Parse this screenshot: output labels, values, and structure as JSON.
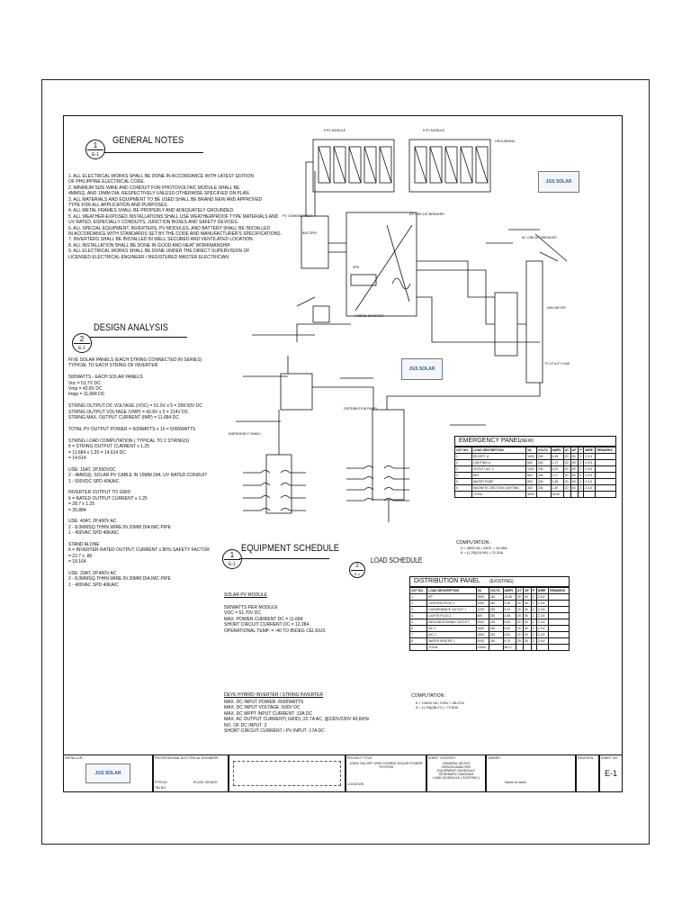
{
  "general_notes": {
    "title": "GENERAL NOTES",
    "num": "1",
    "sheet": "E-1",
    "lines": [
      "1. ALL ELECTRICAL WORKS SHALL BE DONE IN ACCORDANCE WITH LATEST EDITION",
      "   OF PHILIPPINE ELECTRICAL CODE.",
      "2. MINIMUM SIZE WIRE AND CONDUIT FOR PHOTOVOLTAIC MODULE SHALL BE",
      "   4MMSQ. AND 15MM DIA. RESPECTIVELY UNLESS OTHERWISE SPECIFIED ON PLAN.",
      "3. ALL MATERIALS AND EQUIPMENT TO BE USED SHALL BE BRAND NEW AND APPROVED",
      "   TYPE FOR ALL APPLICATION AND PURPOSES.",
      "4. ALL METAL FRAMES SHALL BE PROPERLY AND ADEQUATELY GROUNDED.",
      "5. ALL WEATHER-EXPOSED INSTALLATIONS SHALL USE WEATHERPROOF TYPE MATERIALS AND",
      "   UV RATED, ESPECIALLY CONDUITS, JUNCTION BOXES AND SAFETY DEVICES.",
      "6. ALL SPECIAL EQUIPMENT, INVERTERS, PV MODULES, AND BATTERY SHALL BE INSTALLED",
      "   IN ACCORDANCE WITH STANDARDS SET BY THE CODE AND MANUFACTURER'S SPECIFICATIONS.",
      "7. INVERTERS SHALL BE INSTALLED IN WELL SECURED AND VENTILATED LOCATION.",
      "8. ALL INSTALLATION SHALL BE DONE IN GOOD AND NEAT WORKMANSHIP.",
      "9. ALL ELECTRICAL WORKS SHALL BE DONE UNDER THE DIRECT SUPERVISION OF",
      "   LICENSED ELECTRICAL ENGINEER / REGISTERED MASTER ELECTRICIAN."
    ]
  },
  "design_analysis": {
    "title": "DESIGN ANALYSIS",
    "num": "2",
    "sheet": "E-1",
    "lines": [
      "FIVE SOLAR PANELS (EACH STRING CONNECTED IN SERIES)",
      "TYPICAL TO EACH STRING OF INVERTER",
      "",
      "500WATTS - EACH SOLAR PANELS",
      "Voc = 51.7V DC",
      "Vmp = 42.8V DC",
      "Impp = 11.684 DC",
      "",
      "STRING OUTPUT DC VOLTAGE (VOC) = 51.9V x 5 = 258.50V DC",
      "STRING OUTPUT VOLTAGE (VMP) = 42.8V x 5 = 214V DC",
      "STRING MAX. OUTPUT CURRENT (IMP) = 11.684 DC",
      "",
      "TOTAL PV OUTPUT POWER = 500WATTS x 10 = 5000WATTS",
      "",
      "STRING LOAD COMPUTATION ( TYPICAL TO 2 STRINGS)",
      "It = STRING OUTPUT CURRENT x 1.25",
      "   = 11.684 x 1.25 = 14.614 DC",
      "   = 14.614",
      "",
      "USE: 15AT, 2P,550VDC",
      "   2 - 4MMSQ. SOLAR PV CABLE IN 15MM DIA. UV RATED CONDUIT",
      "   1 - 500VDC SPD 40KAIC",
      "",
      "INVERTER OUTPUT TO GRID",
      "It = RATED OUTPUT CURRENT x 1.25",
      "   = 28.7 x 1.25",
      "   = 35.884",
      "",
      "USE: 40AT, 2P,400V AC",
      "   2 - 8.0MMSQ.THHN WIRE IN 20MM DIA IMC PIPE",
      "   1 - 400VAC SPD 40KAIC",
      "",
      "STAND ALONE",
      "It = INVERTER RATED OUTPUT CURRENT x 80% SAFETY FACTOR",
      "   = 22.7 x .80",
      "   = 18.164",
      "",
      "USE: 20AT, 2P,400V AC",
      "   2 - 8.0MMSQ.THHN WIRE IN 20MM DIA IMC PIPE",
      "   1 - 400VAC SPD 40KAIC"
    ]
  },
  "equipment_schedule": {
    "title": "EQUIPMENT SCHEDULE",
    "num": "1",
    "sheet": "E-1",
    "pv_title": "SOLAR PV MODULE",
    "pv_lines": [
      "500WATTS PER MODULE",
      "VOC = 51.70V DC",
      "MAX. POWER CURRENT DC = 11.684",
      "SHORT CIRCUIT CURRENT DC = 12.284",
      "OPERATIONAL TEMP. = -40 TO 85DEG CELSIUS"
    ],
    "inv_title": "DEYE HYBRID INVERTER / STRING INVERTER",
    "inv_lines": [
      "MAX. DC INPUT POWER                 :6500WATTS",
      "MAX. DC INPUT VOLTAGE                :500V DC",
      "MAX. DC MPPT INPUT CURRENT            :13A DC",
      "MAX. AC OUTPUT CURRENT( GRID)  :22.7A AC, @230V/220V 40,60Hz",
      "NO. OF DC INPUT                     :2",
      "SHORT CIRCUIT CURRENT / PV INPUT  :17A DC"
    ]
  },
  "load_schedule": {
    "title": "LOAD SCHEDULE",
    "num": "2",
    "sheet": "E-1"
  },
  "emergency_panel": {
    "title": "EMERGENCY PANEL",
    "tag": "(NEW)",
    "headers": [
      "CKT NO.",
      "LOAD DESCRIPTION",
      "VA",
      "VOLTS",
      "AMPS",
      "AT",
      "AF",
      "P",
      "WIRE",
      "REMARKS"
    ],
    "rows": [
      [
        "1",
        "RECEPT. A",
        "1000",
        "230",
        "4.35",
        "20",
        "50",
        "2",
        "2-3.5",
        ""
      ],
      [
        "2",
        "LIGHTING A",
        "500",
        "230",
        "2.17",
        "20",
        "50",
        "2",
        "2-3.5",
        ""
      ],
      [
        "3",
        "OUTLET A/C 1",
        "1200",
        "230",
        "5.22",
        "20",
        "50",
        "2",
        "2-3.5",
        ""
      ],
      [
        "4",
        "REF",
        "500",
        "230",
        "2.17",
        "20",
        "50",
        "2",
        "2-3.5",
        ""
      ],
      [
        "5",
        "WATER PUMP",
        "800",
        "230",
        "3.48",
        "20",
        "50",
        "2",
        "2-3.5",
        ""
      ],
      [
        "6",
        "MAGNETIC SECTION LIGHTING",
        "300",
        "230",
        "1.30",
        "20",
        "50",
        "2",
        "2-3.5",
        ""
      ],
      [
        "",
        "TOTAL",
        "3900",
        "",
        "18.69",
        "",
        "",
        "",
        "",
        ""
      ]
    ],
    "comp_title": "COMPUTATION :",
    "comp_lines": [
      "It = 3900 VA / 230V = 16.96A",
      "It = (1.25)(16.96) = 21.20A"
    ]
  },
  "distribution_panel": {
    "title": "DISTRIBUTION PANEL",
    "tag": "(EXISTING)",
    "headers": [
      "CKT NO.",
      "LOAD DESCRIPTION",
      "VA",
      "VOLTS",
      "AMPS",
      "AT",
      "AF",
      "P",
      "WIRE",
      "REMARKS"
    ],
    "rows": [
      [
        "1",
        "EP",
        "3900",
        "230",
        "16.96",
        "30",
        "50",
        "2",
        "2-5.5",
        ""
      ],
      [
        "2",
        "LIGHTING PLUG 1",
        "1000",
        "230",
        "4.35",
        "20",
        "50",
        "2",
        "2-3.5",
        ""
      ],
      [
        "3",
        "CONVENIENCE OUTLET 1",
        "1200",
        "230",
        "5.22",
        "20",
        "50",
        "2",
        "2-3.5",
        ""
      ],
      [
        "4",
        "LIGHTS PLUG 2",
        "800",
        "230",
        "3.48",
        "20",
        "50",
        "2",
        "2-3.5",
        ""
      ],
      [
        "5",
        "AIRCONDITIONING OUTLET",
        "1500",
        "230",
        "6.52",
        "20",
        "50",
        "2",
        "2-3.5",
        ""
      ],
      [
        "6",
        "A/C 1",
        "1500",
        "230",
        "6.52",
        "20",
        "50",
        "2",
        "2-3.5",
        ""
      ],
      [
        "7",
        "A/C 2",
        "1500",
        "230",
        "6.52",
        "20",
        "50",
        "2",
        "2-3.5",
        ""
      ],
      [
        "8",
        "WATER HEATER 1",
        "2000",
        "230",
        "8.70",
        "30",
        "50",
        "2",
        "2-5.5",
        ""
      ],
      [
        "",
        "TOTAL",
        "13400",
        "",
        "58.27",
        "",
        "",
        "",
        "",
        ""
      ]
    ],
    "comp_title": "COMPUTATION :",
    "comp_lines": [
      "It = 13400 VA / 230V = 58.27A",
      "It = (1.25)(58.27) = 72.83A"
    ]
  },
  "diagram": {
    "pv_array_left": "5 PV MODULE",
    "pv_array_right": "5 PV MODULE",
    "inverter": "HYBRID INVERTER",
    "battery": "BATTERY",
    "ac_breaker": "AC CIRCUIT BREAKER",
    "dc_breaker": "DC CIRCUIT BREAKER",
    "emergency_panel": "EMERGENCY PANEL",
    "distribution_panel": "DISTRIBUTION PANEL",
    "meter": "kWh METER",
    "grounding": "GROUNDING",
    "utility": "TO UTILITY LINE",
    "spd": "SPD",
    "combiner": "PV COMBINER BOX",
    "logo1": "JGS SOLAR",
    "logo2": "JGS SOLAR"
  },
  "title_block": {
    "installer_label": "INSTALLER :",
    "engineer_label": "PROFESSIONAL ELECTRICAL ENGINEER",
    "ptr_label": "PTR NO.",
    "tin_label": "TIN NO.",
    "place_label": "PLACE ISSUED:",
    "project_label": "PROJECT TITLE",
    "project": "10KW ON-OFF GRID HYBRID SOLAR POWER SYSTEM",
    "location_label": "LOCATION",
    "sheet_content_label": "SHEET CONTENT",
    "sheet_content": [
      "GENERAL NOTES",
      "DESIGN ANALYSIS",
      "EQUIPMENT SCHEDULE",
      "SCHEMATIC DIAGRAM",
      "LOAD SCHEDULE ( EXISTING )"
    ],
    "owner_label": "OWNER",
    "owner_sig": "Name of owner",
    "revision_label": "REVISION",
    "sheet_no_label": "SHEET NO.",
    "sheet_no": "E-1",
    "logo": "JGS SOLAR"
  }
}
